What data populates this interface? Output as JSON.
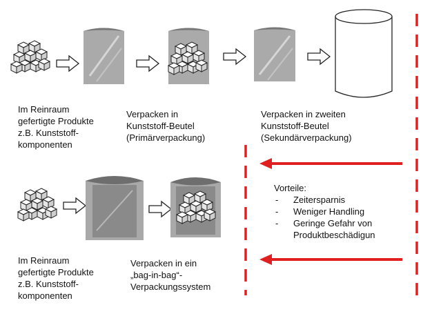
{
  "colors": {
    "accent": "#e02020",
    "bag_gray": "#a9a9a9"
  },
  "top_row": {
    "step1": [
      "Im Reinraum",
      "gefertigte Produkte",
      "z.B. Kunststoff-",
      "komponenten"
    ],
    "step2": [
      "Verpacken in",
      "Kunststoff-Beutel",
      "(Primärverpackung)"
    ],
    "step3": [
      "Verpacken in  zweiten",
      "Kunststoff-Beutel",
      "(Sekundärverpackung)"
    ]
  },
  "bottom_row": {
    "step1": [
      "Im Reinraum",
      "gefertigte Produkte",
      "z.B. Kunststoff-",
      "komponenten"
    ],
    "step2": [
      "Verpacken in ein",
      "„bag-in-bag“-",
      "Verpackungssystem"
    ]
  },
  "advantages": {
    "title": "Vorteile:",
    "bullet": "-",
    "items": [
      [
        "Zeitersparnis"
      ],
      [
        "Weniger Handling"
      ],
      [
        "Geringe Gefahr von",
        "Produktbeschädigun"
      ]
    ]
  }
}
